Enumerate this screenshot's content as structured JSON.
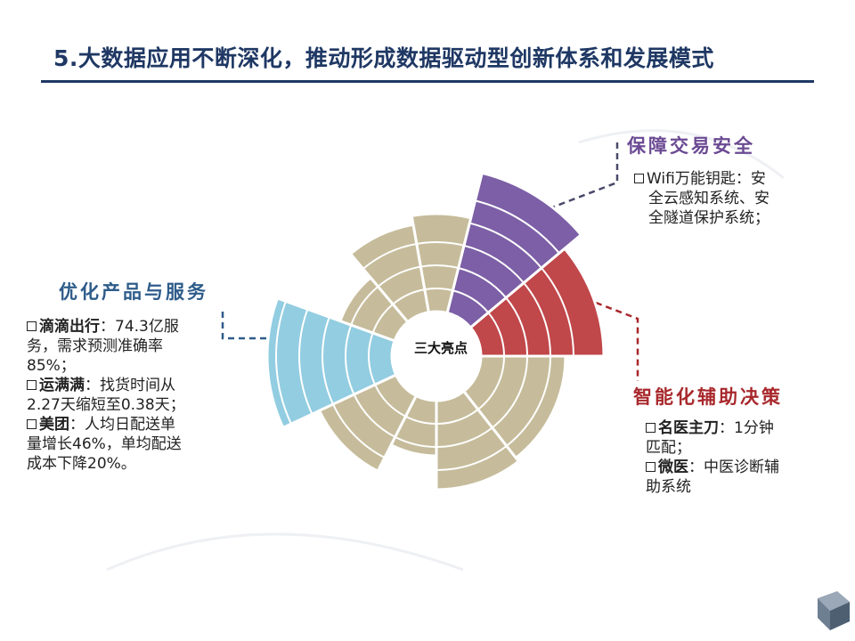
{
  "title": "5.大数据应用不断深化，推动形成数据驱动型创新体系和发展模式",
  "center_label": "三大亮点",
  "colors": {
    "title": "#1f3864",
    "tan": "#c6bc9b",
    "blue": "#92cde1",
    "purple": "#7c5fa6",
    "red": "#c0474a",
    "heading_blue": "#2e5c8a",
    "heading_purple": "#6b4a93",
    "heading_red": "#a8282c"
  },
  "sections": {
    "left": {
      "heading": "优化产品与服务",
      "items": [
        {
          "name": "滴滴出行",
          "sep": "：",
          "lines": [
            "74.3亿服",
            "务，需求预测准确率",
            "85%；"
          ]
        },
        {
          "name": "运满满",
          "sep": "：",
          "lines": [
            "找货时间从",
            "2.27天缩短至0.38天；"
          ]
        },
        {
          "name": "美团",
          "sep": "：",
          "lines": [
            "人均日配送单",
            "量增长46%，单均配送",
            "成本下降20%。"
          ]
        }
      ]
    },
    "top_right": {
      "heading": "保障交易安全",
      "items": [
        {
          "name": "",
          "sep": "",
          "lines": [
            "Wifi万能钥匙：安",
            "全云感知系统、安",
            "全隧道保护系统；"
          ]
        }
      ]
    },
    "bottom_right": {
      "heading": "智能化辅助决策",
      "items": [
        {
          "name": "名医主刀",
          "sep": "：",
          "lines": [
            "1分钟",
            "匹配；"
          ]
        },
        {
          "name": "微医",
          "sep": "：",
          "lines": [
            "中医诊断辅",
            "助系统"
          ]
        }
      ]
    }
  }
}
